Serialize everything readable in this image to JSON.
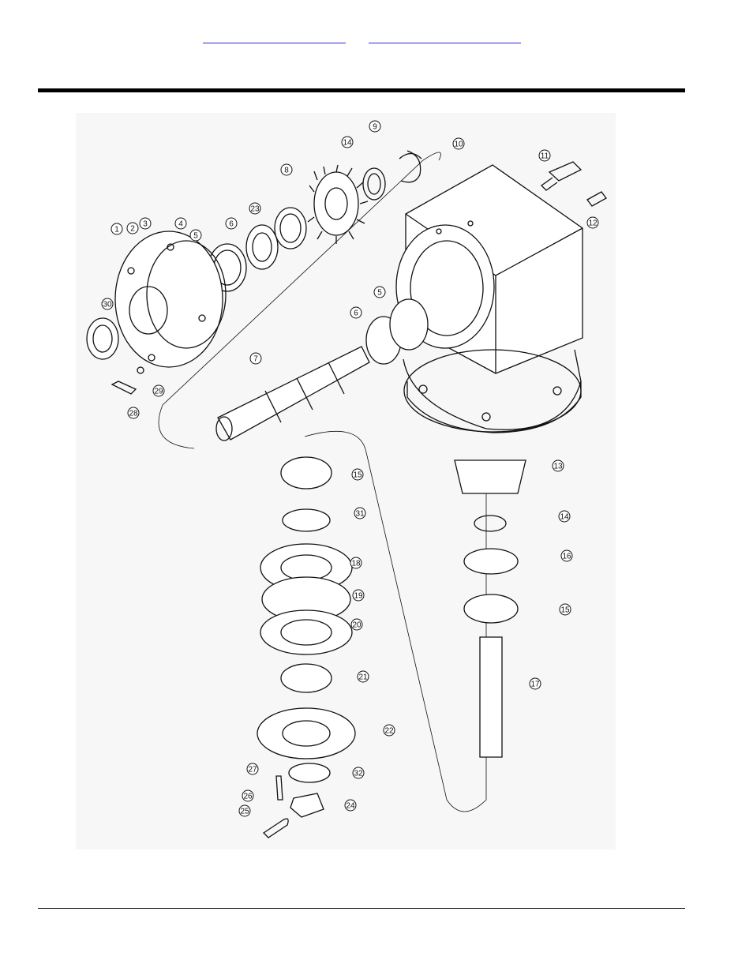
{
  "nav": {
    "link1": "",
    "link2": ""
  },
  "callouts": [
    {
      "n": "1"
    },
    {
      "n": "2"
    },
    {
      "n": "3"
    },
    {
      "n": "4"
    },
    {
      "n": "5"
    },
    {
      "n": "6"
    },
    {
      "n": "23"
    },
    {
      "n": "8"
    },
    {
      "n": "14"
    },
    {
      "n": "9"
    },
    {
      "n": "10"
    },
    {
      "n": "11"
    },
    {
      "n": "12"
    },
    {
      "n": "30"
    },
    {
      "n": "29"
    },
    {
      "n": "28"
    },
    {
      "n": "7"
    },
    {
      "n": "6"
    },
    {
      "n": "5"
    },
    {
      "n": "15"
    },
    {
      "n": "31"
    },
    {
      "n": "18"
    },
    {
      "n": "19"
    },
    {
      "n": "20"
    },
    {
      "n": "21"
    },
    {
      "n": "22"
    },
    {
      "n": "27"
    },
    {
      "n": "32"
    },
    {
      "n": "26"
    },
    {
      "n": "24"
    },
    {
      "n": "25"
    },
    {
      "n": "13"
    },
    {
      "n": "14"
    },
    {
      "n": "16"
    },
    {
      "n": "15"
    },
    {
      "n": "17"
    }
  ]
}
